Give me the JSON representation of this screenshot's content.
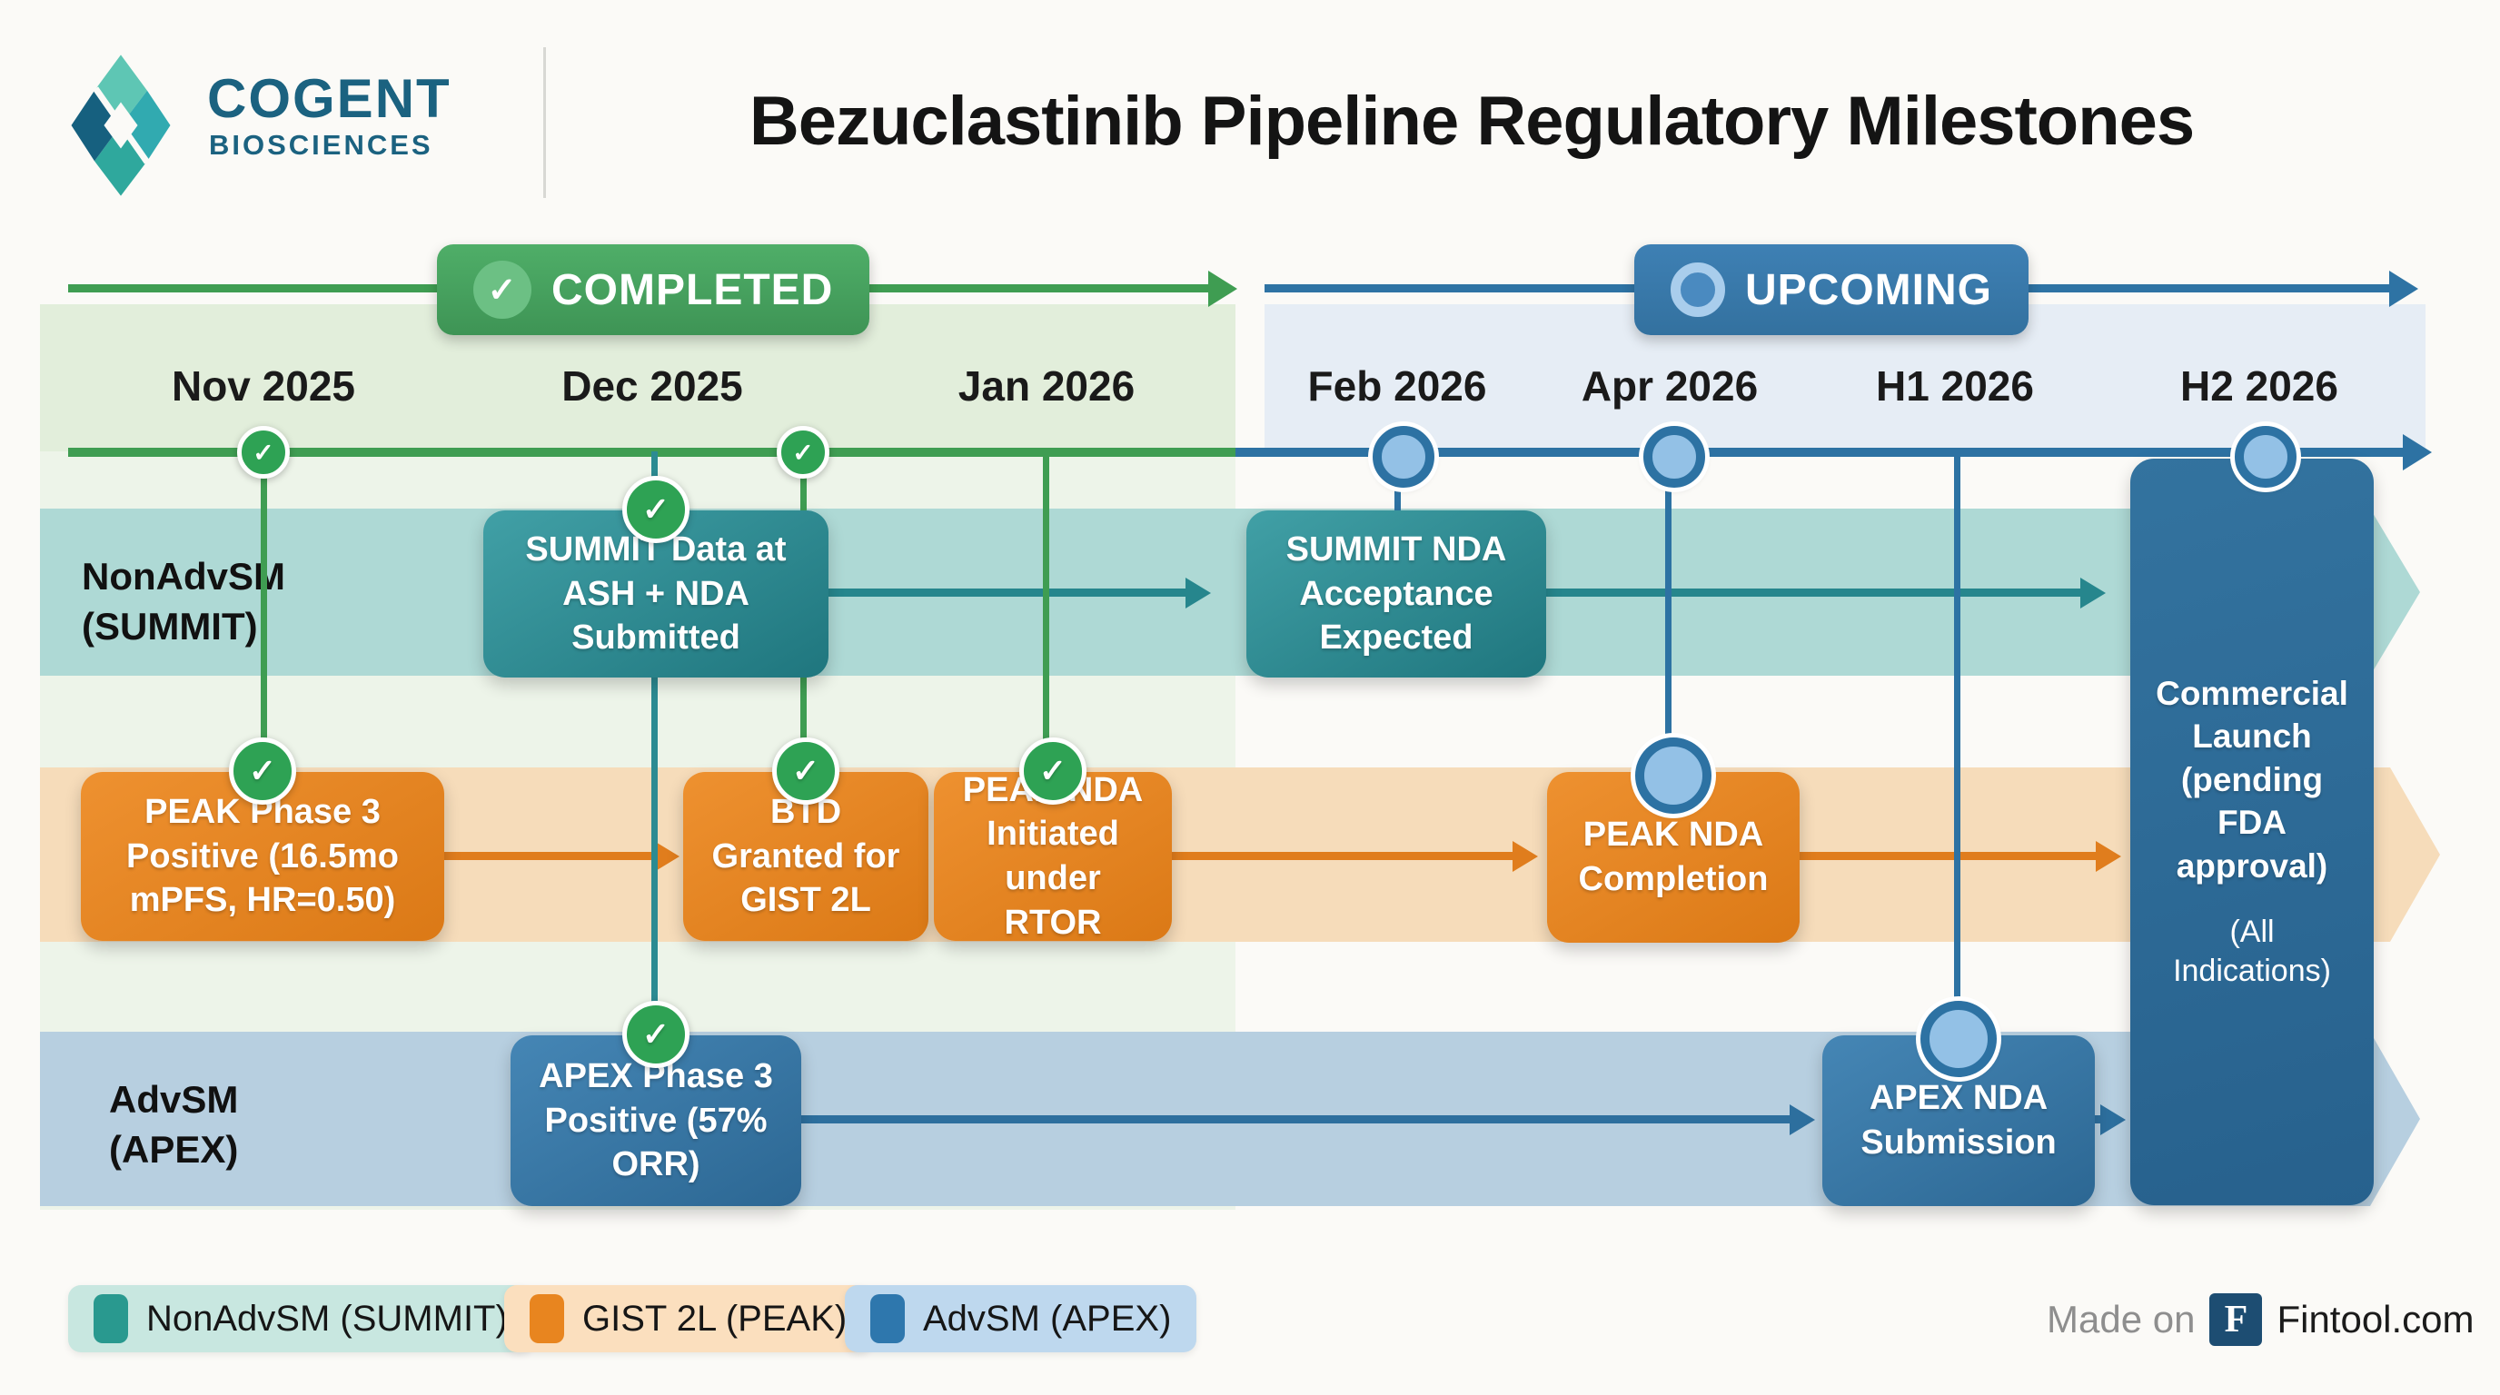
{
  "header": {
    "logo_line1": "COGENT",
    "logo_line2": "BIOSCIENCES",
    "title": "Bezuclastinib Pipeline Regulatory Milestones"
  },
  "banners": {
    "completed": "COMPLETED",
    "upcoming": "UPCOMING"
  },
  "icons": {
    "check": "✓"
  },
  "dates": [
    {
      "label": "Nov 2025",
      "status": "completed"
    },
    {
      "label": "Dec 2025",
      "status": "completed"
    },
    {
      "label": "Jan 2026",
      "status": "completed"
    },
    {
      "label": "Feb 2026",
      "status": "upcoming"
    },
    {
      "label": "Apr 2026",
      "status": "upcoming"
    },
    {
      "label": "H1 2026",
      "status": "upcoming"
    },
    {
      "label": "H2 2026",
      "status": "upcoming"
    }
  ],
  "rows": [
    {
      "label_line1": "NonAdvSM",
      "label_line2": "(SUMMIT)"
    },
    {
      "label_line1": "AdvSM",
      "label_line2": "(APEX)"
    }
  ],
  "milestones": {
    "summit_data": {
      "title": "SUMMIT Data at ASH + NDA Submitted",
      "status": "completed"
    },
    "summit_nda": {
      "title": "SUMMIT NDA Acceptance Expected",
      "status": "upcoming"
    },
    "peak_phase3": {
      "title": "PEAK Phase 3 Positive (16.5mo mPFS, HR=0.50)",
      "status": "completed"
    },
    "btd": {
      "title": "BTD Granted for GIST 2L",
      "status": "completed"
    },
    "peak_nda_initiated": {
      "title": "PEAK NDA Initiated under RTOR",
      "status": "completed"
    },
    "peak_nda_completion": {
      "title": "PEAK NDA Completion",
      "status": "upcoming"
    },
    "apex_phase3": {
      "title": "APEX Phase 3 Positive (57% ORR)",
      "status": "completed"
    },
    "apex_nda": {
      "title": "APEX NDA Submission",
      "status": "upcoming"
    },
    "commercial_launch": {
      "title": "Commercial Launch (pending FDA approval)",
      "subtitle": "(All Indications)",
      "status": "upcoming"
    }
  },
  "legend": [
    {
      "label": "NonAdvSM (SUMMIT)",
      "swatch": "#29998f",
      "pill_bg": "#c8e7e0"
    },
    {
      "label": "GIST 2L (PEAK)",
      "swatch": "#e8851f",
      "pill_bg": "#fbdfbe"
    },
    {
      "label": "AdvSM (APEX)",
      "swatch": "#2e77ad",
      "pill_bg": "#bed8ee"
    }
  ],
  "footer": {
    "made_on": "Made on",
    "logo_letter": "F",
    "brand": "Fintool.com"
  },
  "colors": {
    "completed_green": "#3f9d52",
    "upcoming_blue": "#2d72a3",
    "teal_track": "#26868d",
    "orange_track": "#e07d1d",
    "blue_track": "#2d6f9e",
    "summit_band": "#aed9d5",
    "peak_band": "#f6dcba",
    "apex_band": "#b7cfe0"
  }
}
